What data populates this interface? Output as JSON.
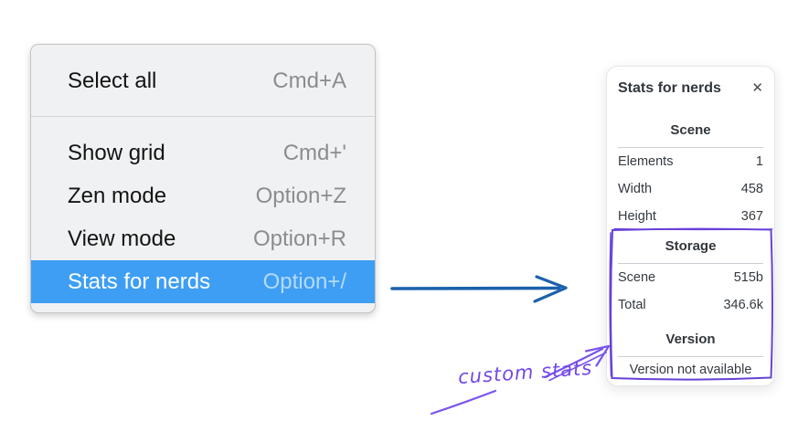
{
  "menu": {
    "items": [
      {
        "label": "Select all",
        "shortcut": "Cmd+A"
      },
      {
        "label": "Show grid",
        "shortcut": "Cmd+'"
      },
      {
        "label": "Zen mode",
        "shortcut": "Option+Z"
      },
      {
        "label": "View mode",
        "shortcut": "Option+R"
      },
      {
        "label": "Stats for nerds",
        "shortcut": "Option+/",
        "highlighted": true
      }
    ]
  },
  "stats_panel": {
    "title": "Stats for nerds",
    "close_icon": "✕",
    "sections": [
      {
        "header": "Scene",
        "rows": [
          {
            "label": "Elements",
            "value": "1"
          },
          {
            "label": "Width",
            "value": "458"
          },
          {
            "label": "Height",
            "value": "367"
          }
        ]
      },
      {
        "header": "Storage",
        "rows": [
          {
            "label": "Scene",
            "value": "515b"
          },
          {
            "label": "Total",
            "value": "346.6k"
          }
        ]
      },
      {
        "header": "Version",
        "message": "Version not available"
      }
    ]
  },
  "annotation": {
    "label": "custom stats"
  },
  "colors": {
    "menu_highlight_blue": "#3e9ef4",
    "pointer_arrow_blue": "#1c61ab",
    "annotation_purple": "#7a55ee",
    "highlight_box_purple": "#6741d9"
  }
}
